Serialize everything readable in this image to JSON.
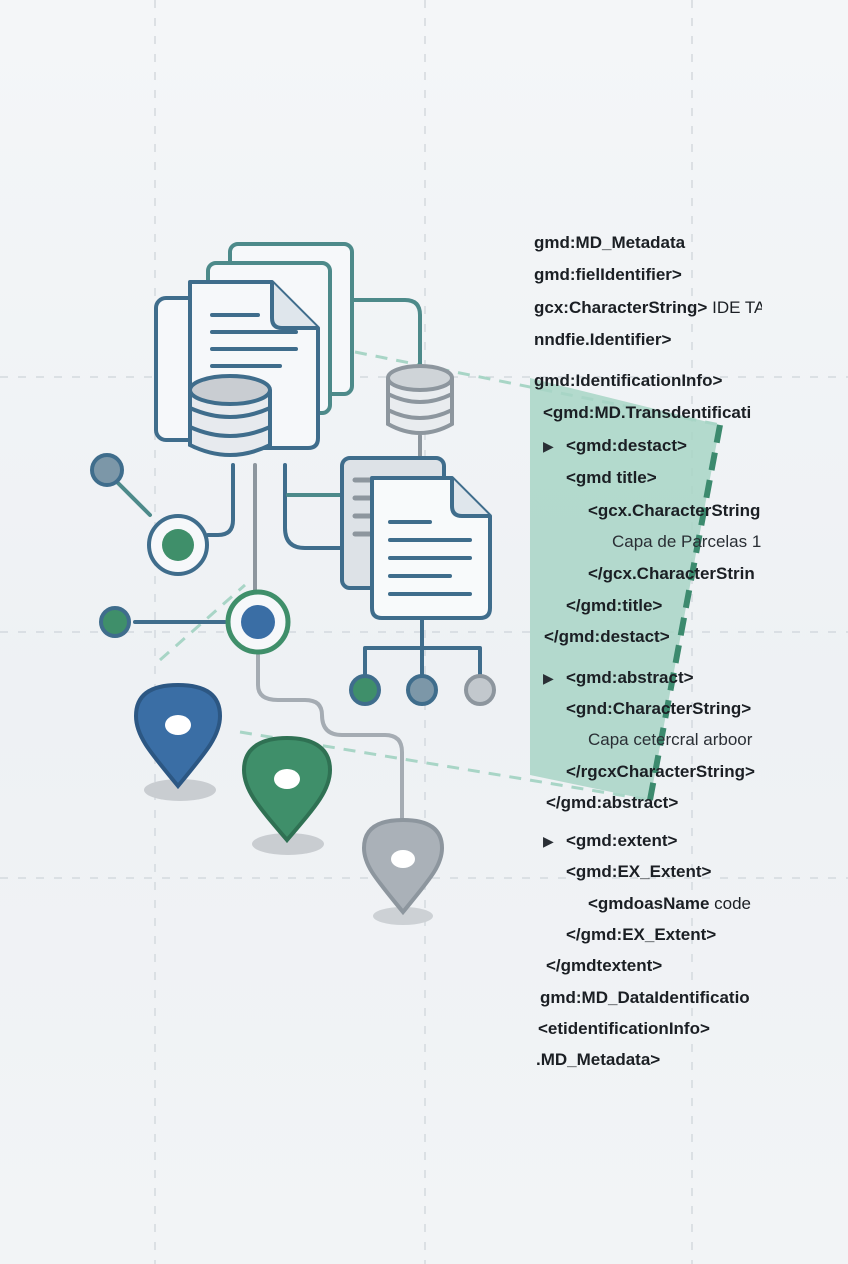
{
  "colors": {
    "blue_stroke": "#3f6d8c",
    "teal_stroke": "#4d8a8a",
    "gray_stroke": "#8d969e",
    "green_fill": "#3f8f6a",
    "blue_fill": "#3a6ea5",
    "gray_fill": "#aab1b8",
    "highlight": "#a8d5c6",
    "dash": "#3c8a6e"
  },
  "icons": {
    "document_stack": "document-stack-icon",
    "database": "database-icon",
    "network_node": "network-node-icon",
    "map_pin": "map-pin-icon"
  },
  "xml": {
    "lines": [
      {
        "text": "gmd:MD_Metadata",
        "kind": "tag",
        "arrow": false
      },
      {
        "text": "gmd:fielIdentifier>",
        "kind": "tag",
        "arrow": false
      },
      {
        "text": "gcx:CharacterString>",
        "value": "IDE TA",
        "kind": "tag",
        "arrow": false
      },
      {
        "text": "nndfie.Identifier>",
        "kind": "tag",
        "arrow": false
      },
      {
        "text": "gmd:IdentificationInfo>",
        "kind": "tag",
        "arrow": false
      },
      {
        "text": "<gmd:MD.Transdentificati",
        "kind": "tag",
        "arrow": false
      },
      {
        "text": "<gmd:destact>",
        "kind": "tag",
        "arrow": true
      },
      {
        "text": "<gmd title>",
        "kind": "tag",
        "arrow": false
      },
      {
        "text": "<gcx.CharacterString",
        "kind": "tag",
        "arrow": false
      },
      {
        "text": "Capa de Parcelas 1",
        "kind": "value",
        "arrow": false
      },
      {
        "text": "</gcx.CharacterStrin",
        "kind": "tag",
        "arrow": false
      },
      {
        "text": "</gmd:title>",
        "kind": "tag",
        "arrow": false
      },
      {
        "text": "</gmd:destact>",
        "kind": "tag",
        "arrow": false
      },
      {
        "text": "<gmd:abstract>",
        "kind": "tag",
        "arrow": true
      },
      {
        "text": "<gnd:CharacterString>",
        "kind": "tag",
        "arrow": false
      },
      {
        "text": "Capa cetercral arboor",
        "kind": "value",
        "arrow": false
      },
      {
        "text": "</rgcxCharacterString>",
        "kind": "tag",
        "arrow": false
      },
      {
        "text": "</gmd:abstract>",
        "kind": "tag",
        "arrow": false
      },
      {
        "text": "<gmd:extent>",
        "kind": "tag",
        "arrow": true
      },
      {
        "text": "<gmd:EX_Extent>",
        "kind": "tag",
        "arrow": false
      },
      {
        "text": "<gmdoasName",
        "value": "code",
        "kind": "tag",
        "arrow": false
      },
      {
        "text": "</gmd:EX_Extent>",
        "kind": "tag",
        "arrow": false
      },
      {
        "text": "</gmdtextent>",
        "kind": "tag",
        "arrow": false
      },
      {
        "text": "gmd:MD_DataIdentificatio",
        "kind": "tag",
        "arrow": false
      },
      {
        "text": "<etidentificationInfo>",
        "kind": "tag",
        "arrow": false
      },
      {
        "text": ".MD_Metadata>",
        "kind": "tag",
        "arrow": false
      }
    ]
  }
}
